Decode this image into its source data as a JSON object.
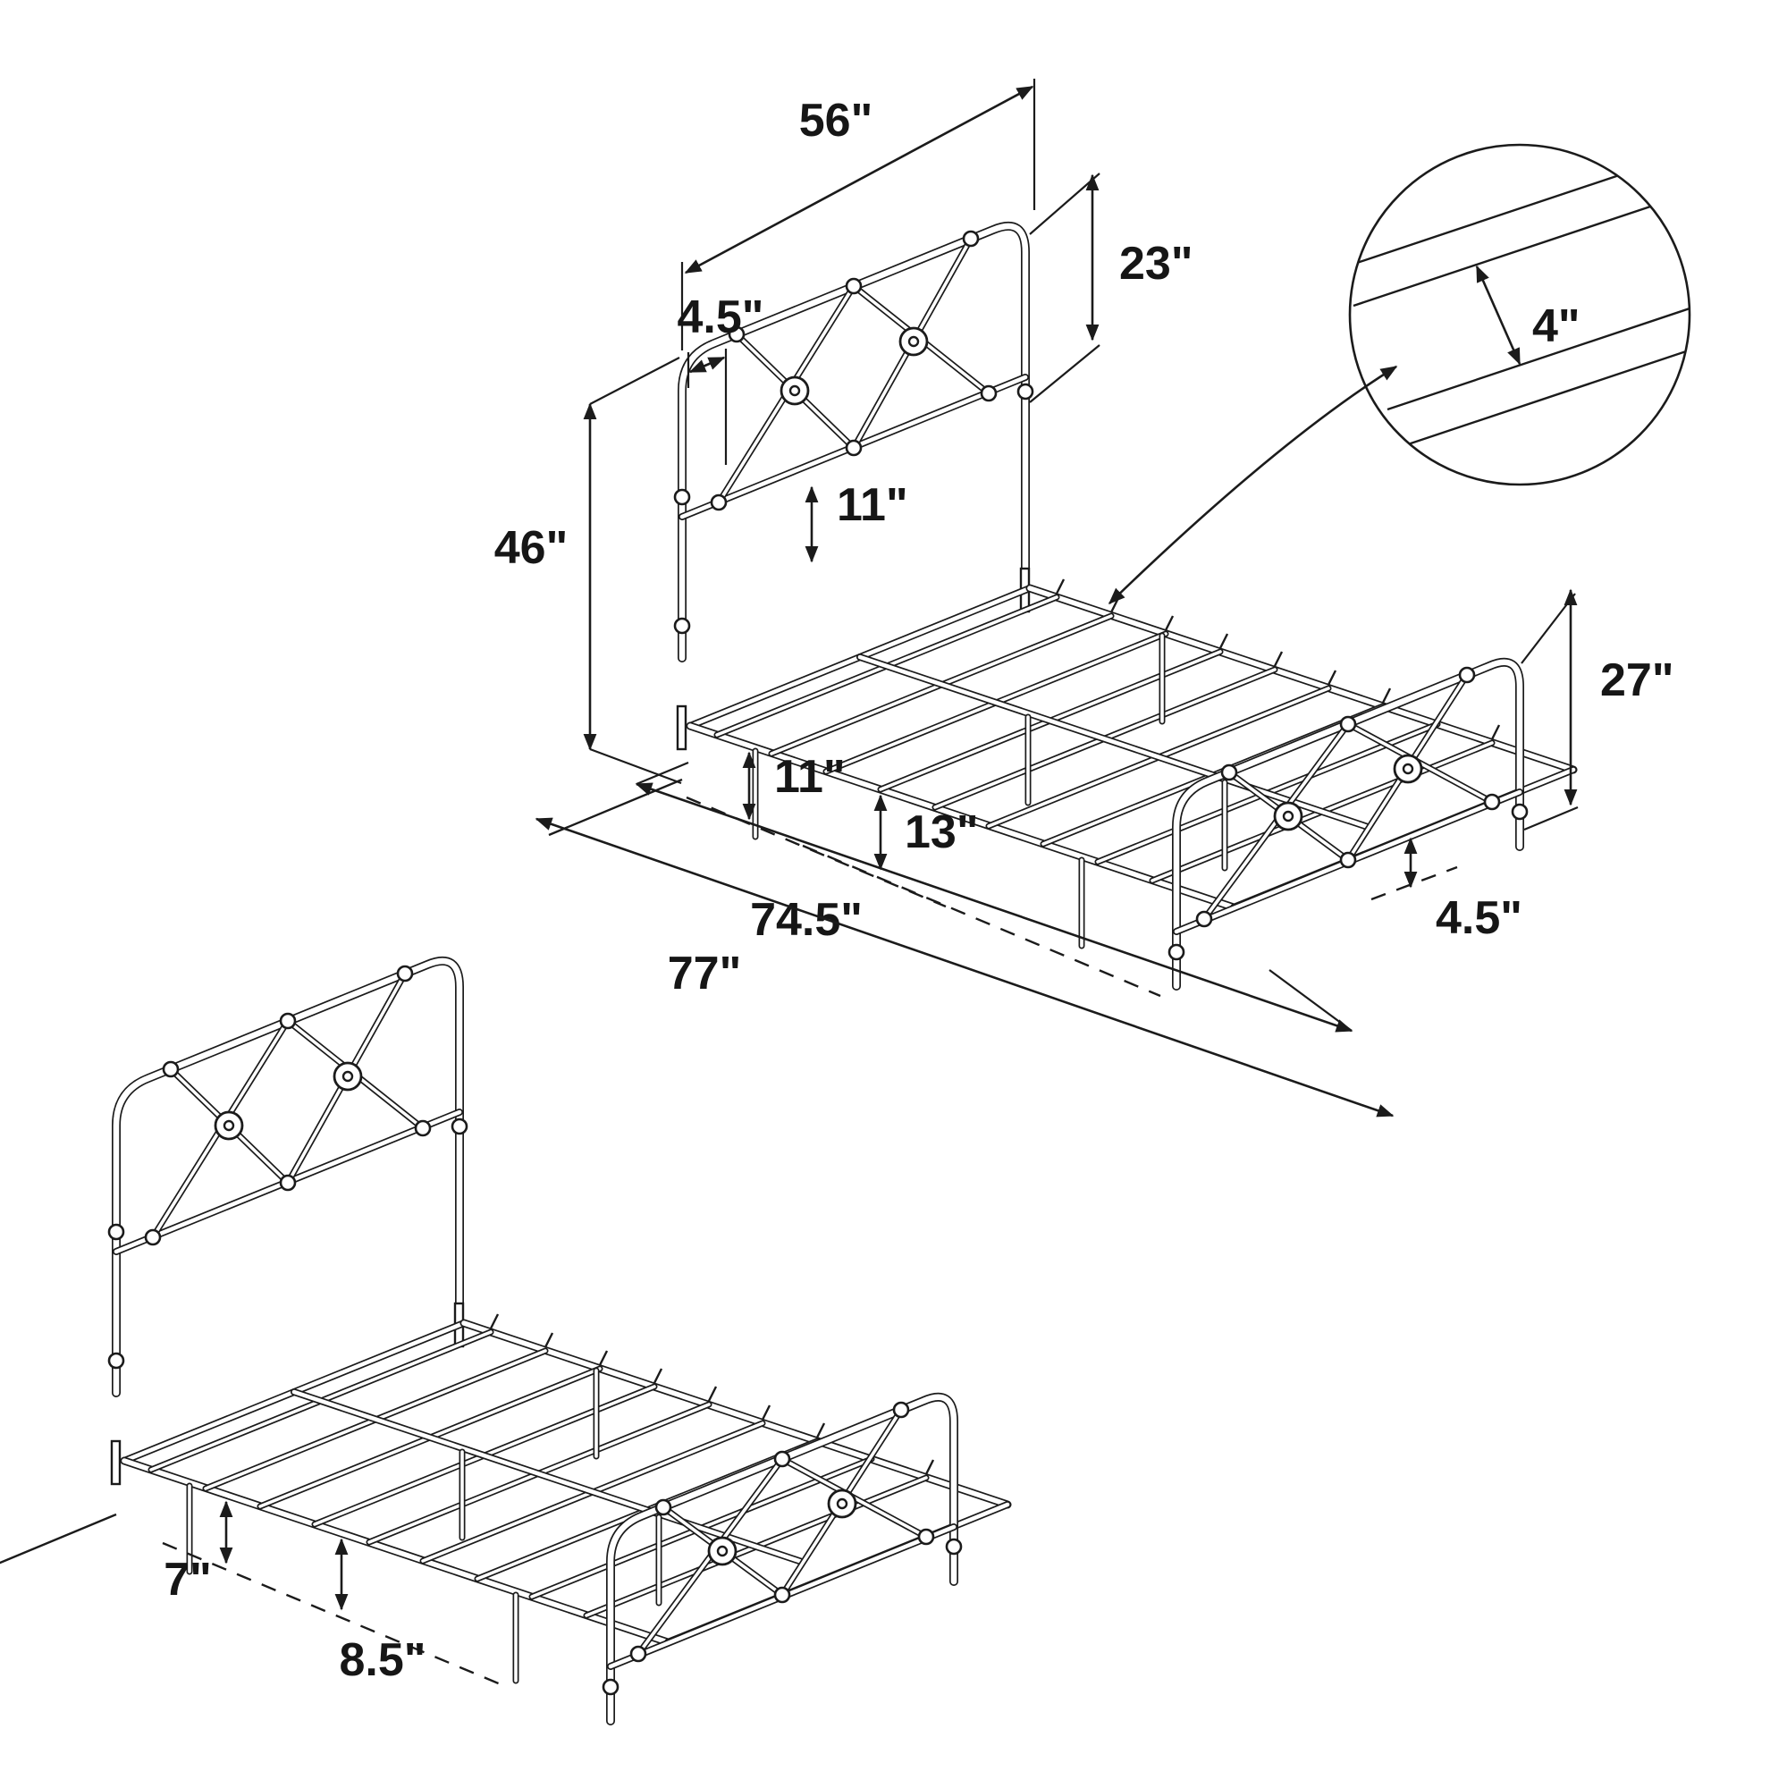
{
  "page": {
    "background": "#ffffff",
    "line_color": "#1b1b1b",
    "content": "Metal bed frame technical dimension diagram, two isometric exploded views with slat platform, headboard and footboard with X cross-braces, plus circular slat-spacing detail callout"
  },
  "dims": {
    "headboard_width": "56\"",
    "headboard_panel_height": "23\"",
    "headboard_top_inset": "4.5\"",
    "headboard_height": "46\"",
    "rail_to_deck_gap": "11\"",
    "floor_to_rail_clearance": "11\"",
    "floor_to_deck_height": "13\"",
    "inner_length": "74.5\"",
    "overall_length": "77\"",
    "footboard_height": "27\"",
    "footboard_rail_clearance": "4.5\"",
    "slat_spacing": "4\"",
    "foot_view_clearance": "7\"",
    "foot_view_deck_height": "8.5\""
  }
}
